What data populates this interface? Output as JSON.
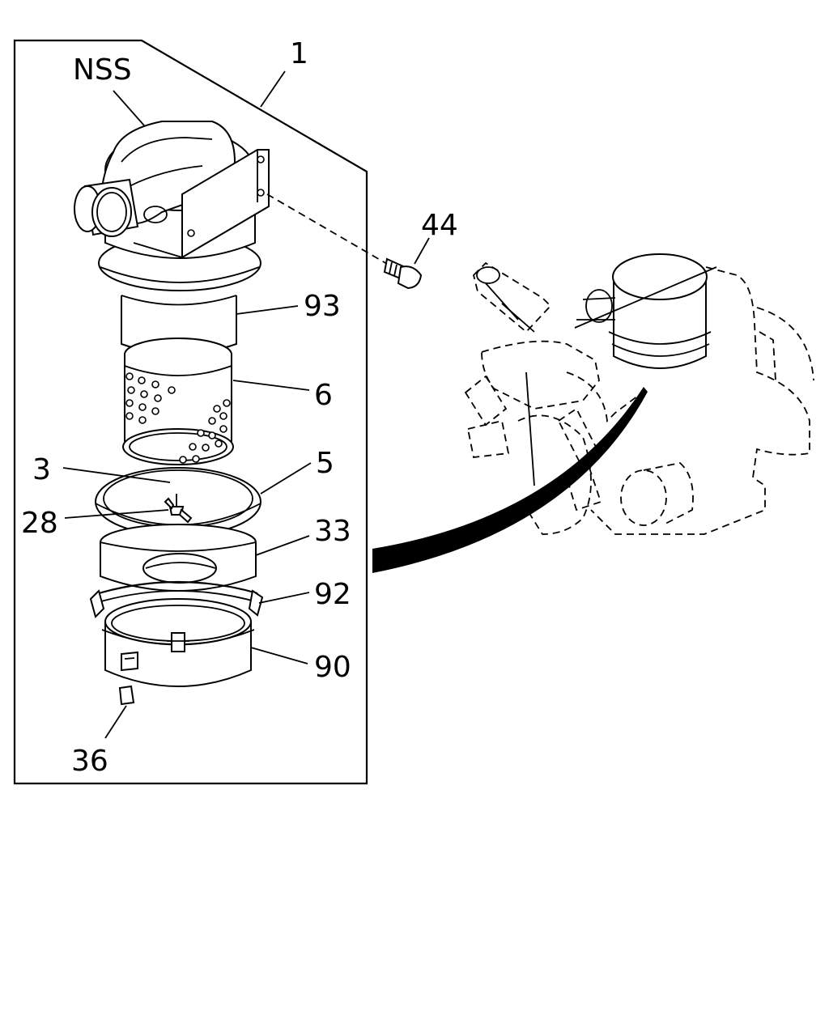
{
  "callouts": {
    "assembly": "1",
    "nss": "NSS",
    "bolt": "44",
    "element_outer": "93",
    "element_inner": "6",
    "washer": "3",
    "gasket_ring": "5",
    "wing_nut": "28",
    "baffle": "33",
    "clamp": "92",
    "dust_cup": "90",
    "valve": "36"
  }
}
